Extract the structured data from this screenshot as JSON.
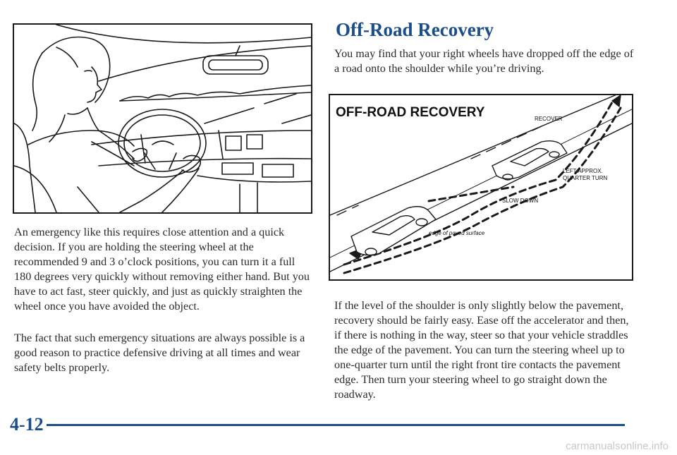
{
  "figures": {
    "driver": {},
    "offroad": {
      "title": "OFF-ROAD RECOVERY",
      "labels": {
        "recover": "RECOVER",
        "turn_line1": "LEFT APPROX.",
        "turn_line2": "QUARTER TURN",
        "slow_down": "SLOW DOWN",
        "edge": "edge of paved surface"
      }
    }
  },
  "left_column": {
    "paragraph1": "An emergency like this requires close attention and a quick decision. If you are holding the steering wheel at the recommended 9 and 3 o’clock positions, you can turn it a full 180 degrees very quickly without removing either hand. But you have to act fast, steer quickly, and just as quickly straighten the wheel once you have avoided the object.",
    "paragraph2": "The fact that such emergency situations are always possible is a good reason to practice defensive driving at all times and wear safety belts properly."
  },
  "right_column": {
    "heading": "Off-Road Recovery",
    "intro": "You may find that your right wheels have dropped off the edge of a road onto the shoulder while you’re driving.",
    "paragraph": "If the level of the shoulder is only slightly below the pavement, recovery should be fairly easy. Ease off the accelerator and then, if there is nothing in the way, steer so that your vehicle straddles the edge of the pavement. You can turn the steering wheel up to one-quarter turn until the right front tire contacts the pavement edge. Then turn your steering wheel to go straight down the roadway."
  },
  "footer": {
    "page_number": "4-12",
    "watermark": "carmanualsonline.info"
  }
}
